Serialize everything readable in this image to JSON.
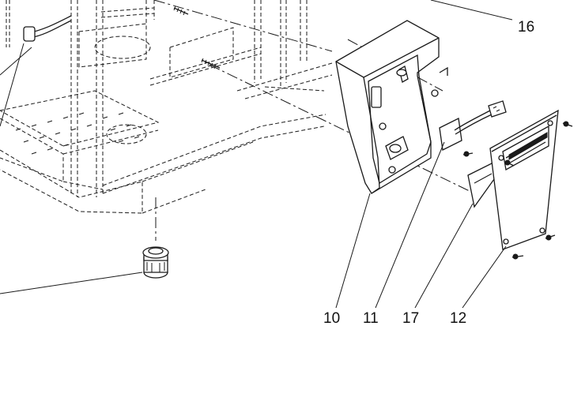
{
  "callouts": {
    "c16": "16",
    "c10": "10",
    "c11": "11",
    "c17": "17",
    "c12": "12"
  },
  "colors": {
    "line": "#1a1a1a",
    "background": "#ffffff"
  }
}
